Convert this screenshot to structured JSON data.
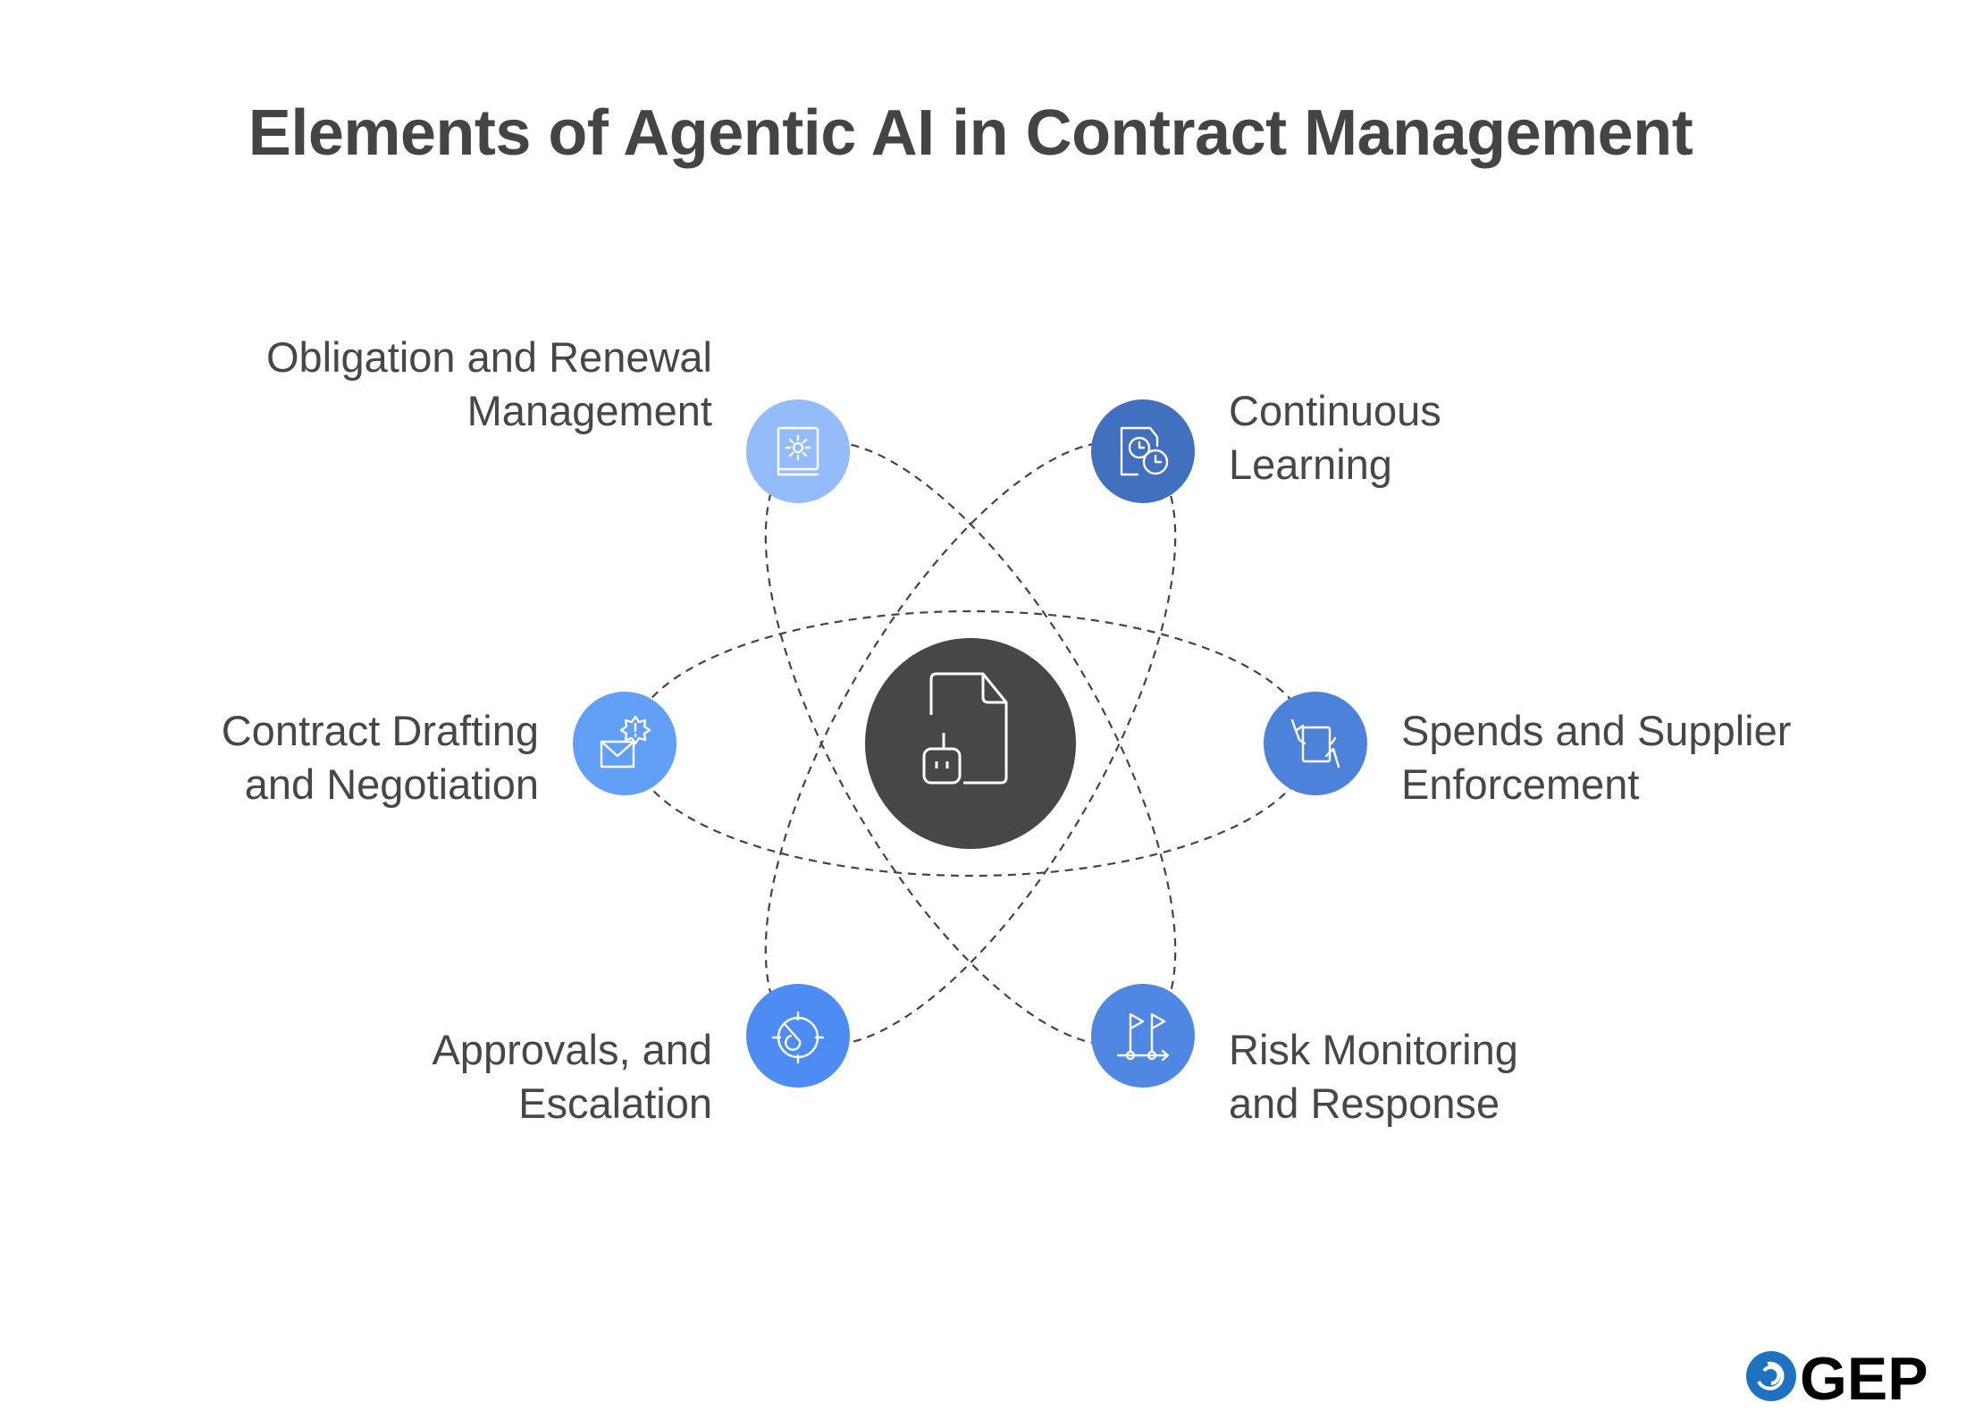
{
  "title": "Elements of Agentic AI in Contract Management",
  "center": {
    "icon": "document-robot-icon",
    "color": "#474747"
  },
  "elements": [
    {
      "id": "obligation",
      "lines": [
        "Obligation and Renewal",
        "Management"
      ],
      "icon": "book-gear-icon",
      "color": "#94bcfa"
    },
    {
      "id": "learning",
      "lines": [
        "Continuous",
        "Learning"
      ],
      "icon": "document-clock-icon",
      "color": "#4170bf"
    },
    {
      "id": "drafting",
      "lines": [
        "Contract Drafting",
        "and Negotiation"
      ],
      "icon": "envelope-alert-icon",
      "color": "#62a0f7"
    },
    {
      "id": "spends",
      "lines": [
        "Spends and Supplier",
        "Enforcement"
      ],
      "icon": "hands-tablet-icon",
      "color": "#4d82da"
    },
    {
      "id": "approvals",
      "lines": [
        "Approvals, and",
        "Escalation"
      ],
      "icon": "target-dial-icon",
      "color": "#4d8cf2"
    },
    {
      "id": "risk",
      "lines": [
        "Risk Monitoring",
        "and Response"
      ],
      "icon": "flags-path-icon",
      "color": "#4f87e3"
    }
  ],
  "logo": {
    "text": "GEP",
    "brand_color": "#1f72c0"
  }
}
